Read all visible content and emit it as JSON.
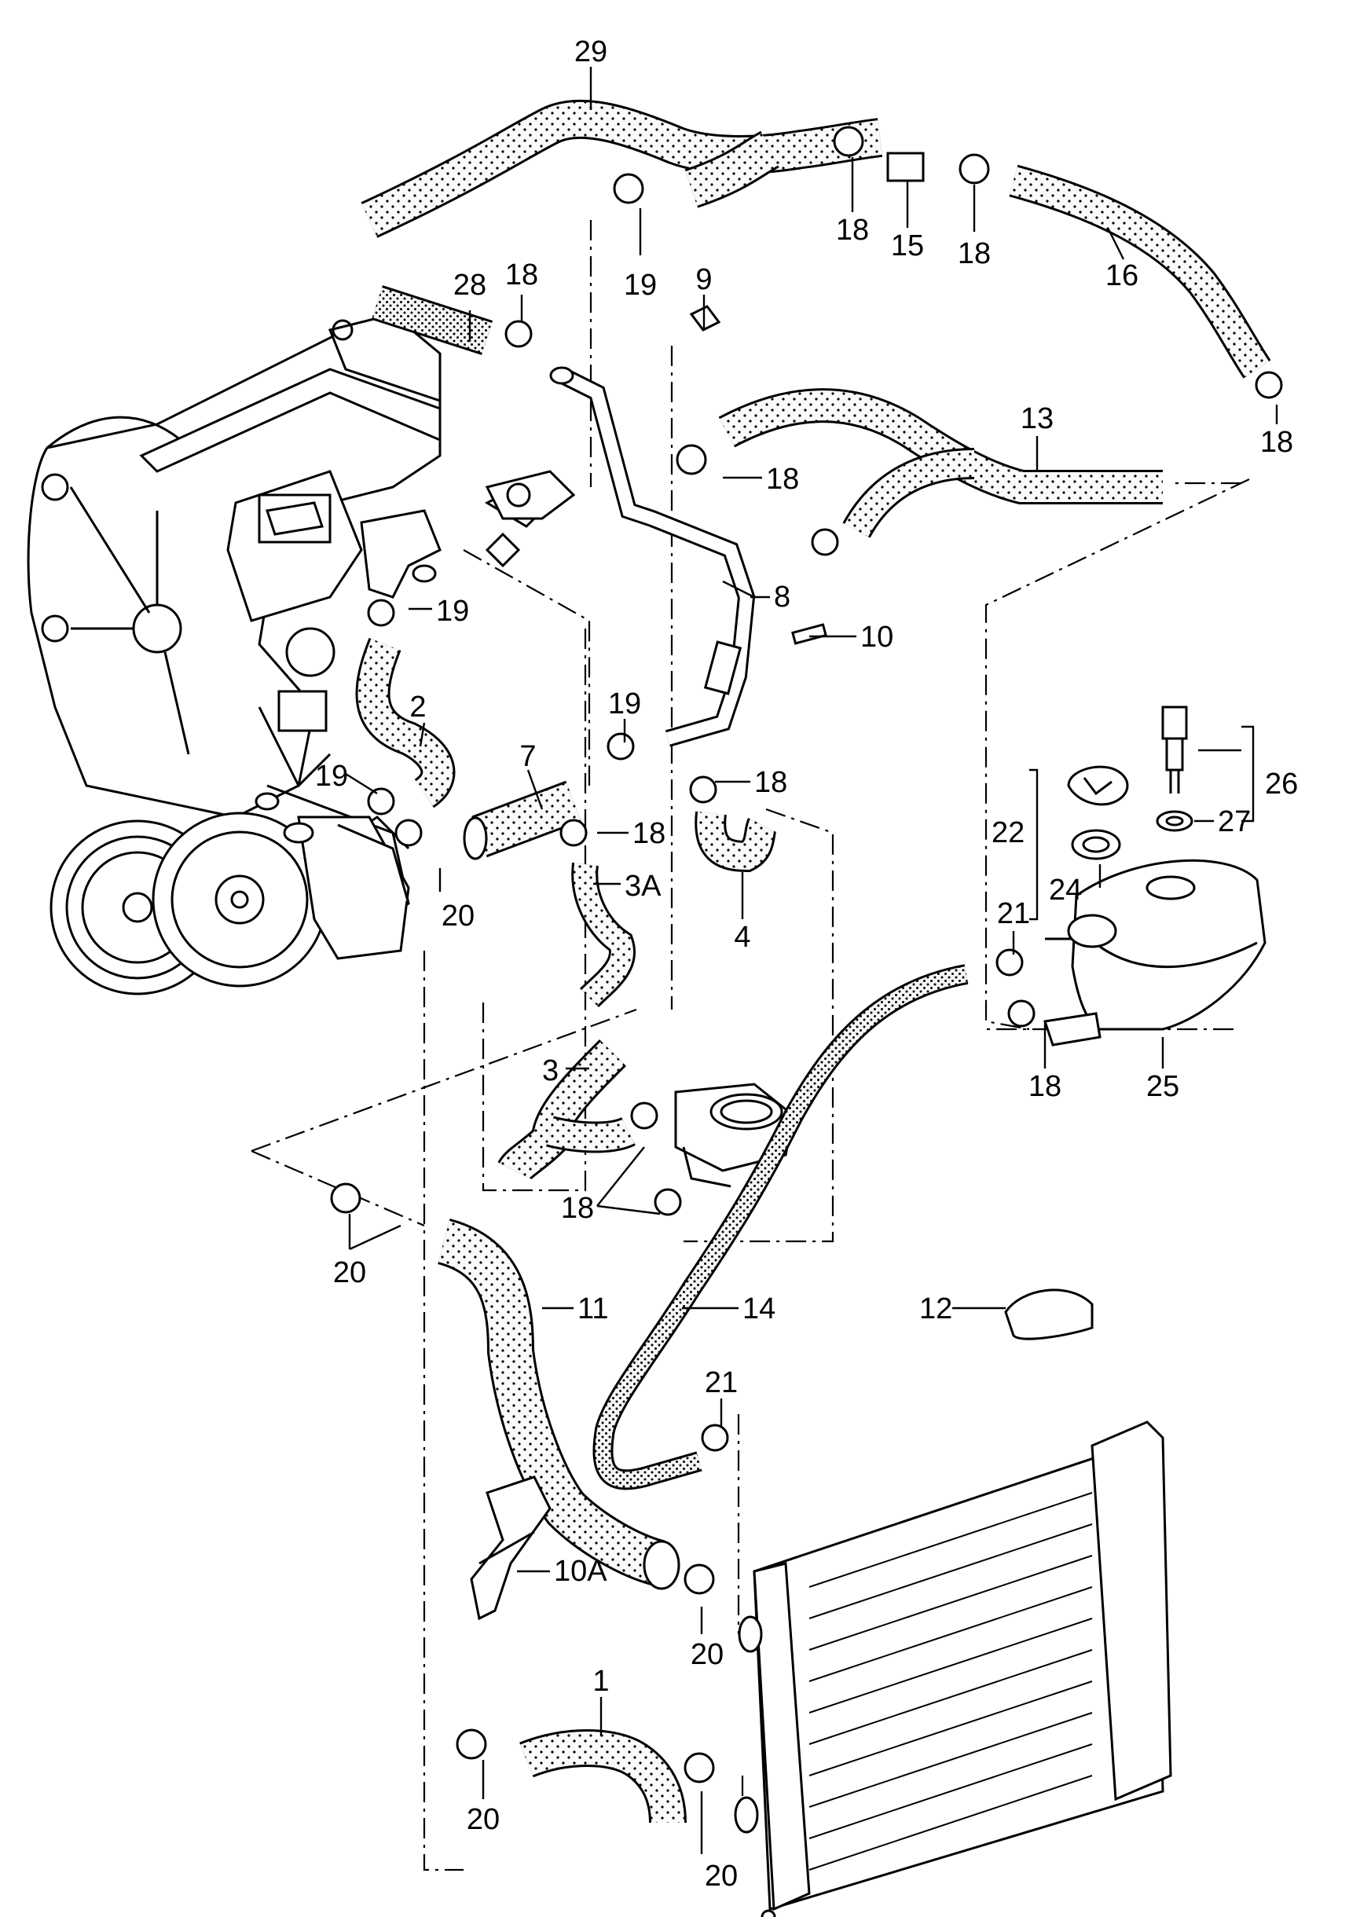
{
  "callouts": {
    "c1": "1",
    "c2": "2",
    "c3": "3",
    "c3a": "3A",
    "c4": "4",
    "c7": "7",
    "c8": "8",
    "c9": "9",
    "c10": "10",
    "c10a": "10A",
    "c11": "11",
    "c12": "12",
    "c13": "13",
    "c14": "14",
    "c15": "15",
    "c16": "16",
    "c18": "18",
    "c19": "19",
    "c20": "20",
    "c21": "21",
    "c22": "22",
    "c24": "24",
    "c25": "25",
    "c26": "26",
    "c27": "27",
    "c28": "28",
    "c29": "29"
  }
}
